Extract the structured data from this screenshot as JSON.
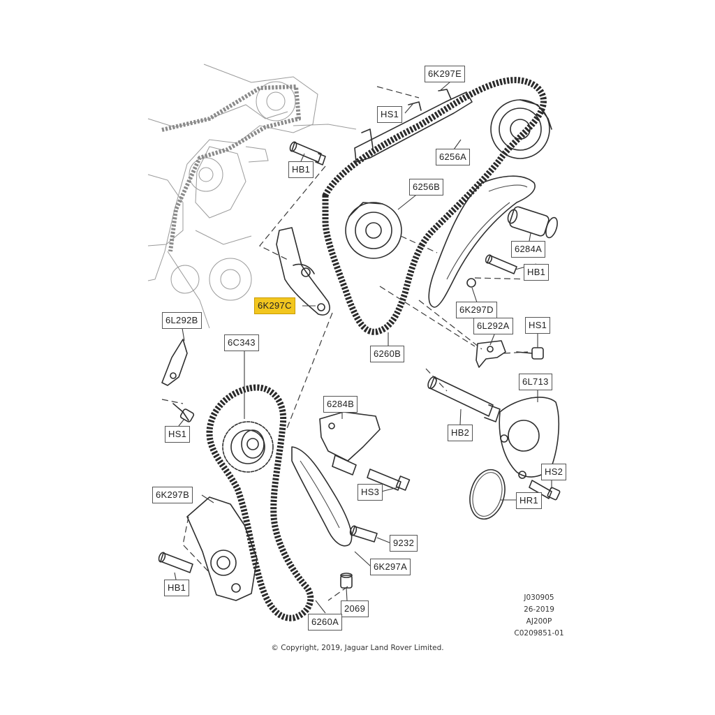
{
  "diagram": {
    "highlight_color": "#f2c61f",
    "callouts": [
      {
        "id": "6K297E",
        "label": "6K297E",
        "highlighted": false
      },
      {
        "id": "HS1_top",
        "label": "HS1",
        "highlighted": false
      },
      {
        "id": "HB1_top",
        "label": "HB1",
        "highlighted": false
      },
      {
        "id": "6256A",
        "label": "6256A",
        "highlighted": false
      },
      {
        "id": "6256B",
        "label": "6256B",
        "highlighted": false
      },
      {
        "id": "6284A",
        "label": "6284A",
        "highlighted": false
      },
      {
        "id": "HB1_right",
        "label": "HB1",
        "highlighted": false
      },
      {
        "id": "6K297C",
        "label": "6K297C",
        "highlighted": true
      },
      {
        "id": "6K297D",
        "label": "6K297D",
        "highlighted": false
      },
      {
        "id": "6L292B",
        "label": "6L292B",
        "highlighted": false
      },
      {
        "id": "6L292A",
        "label": "6L292A",
        "highlighted": false
      },
      {
        "id": "HS1_right",
        "label": "HS1",
        "highlighted": false
      },
      {
        "id": "6C343",
        "label": "6C343",
        "highlighted": false
      },
      {
        "id": "6260B",
        "label": "6260B",
        "highlighted": false
      },
      {
        "id": "6L713",
        "label": "6L713",
        "highlighted": false
      },
      {
        "id": "6284B",
        "label": "6284B",
        "highlighted": false
      },
      {
        "id": "HS1_left",
        "label": "HS1",
        "highlighted": false
      },
      {
        "id": "HB2",
        "label": "HB2",
        "highlighted": false
      },
      {
        "id": "HS2",
        "label": "HS2",
        "highlighted": false
      },
      {
        "id": "6K297B",
        "label": "6K297B",
        "highlighted": false
      },
      {
        "id": "HS3",
        "label": "HS3",
        "highlighted": false
      },
      {
        "id": "HR1",
        "label": "HR1",
        "highlighted": false
      },
      {
        "id": "9232",
        "label": "9232",
        "highlighted": false
      },
      {
        "id": "6K297A",
        "label": "6K297A",
        "highlighted": false
      },
      {
        "id": "HB1_bottom",
        "label": "HB1",
        "highlighted": false
      },
      {
        "id": "2069",
        "label": "2069",
        "highlighted": false
      },
      {
        "id": "6260A",
        "label": "6260A",
        "highlighted": false
      }
    ],
    "reference": {
      "line1": "J030905",
      "line2": "26-2019",
      "line3": "AJ200P",
      "line4": "C0209851-01"
    },
    "copyright": "© Copyright, 2019, Jaguar Land Rover Limited."
  }
}
